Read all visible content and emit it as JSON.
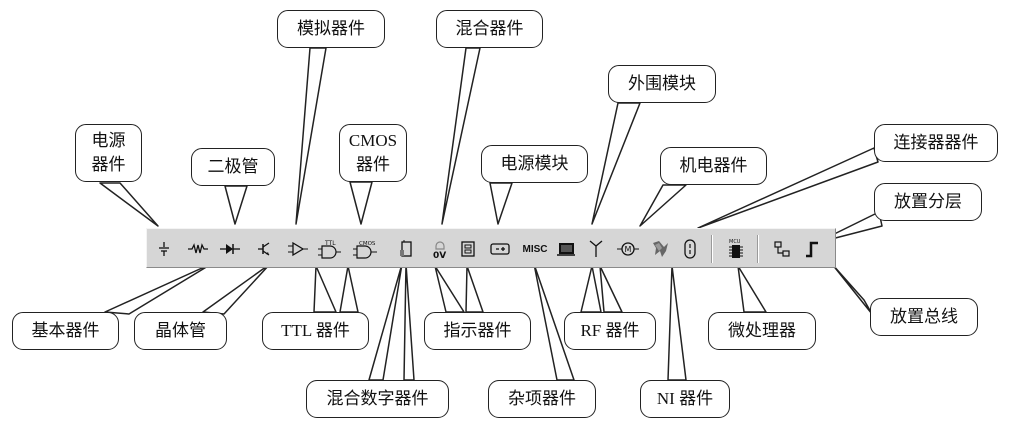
{
  "toolbar": {
    "buttons": [
      {
        "name": "source-components",
        "glyph": "÷"
      },
      {
        "name": "basic-components",
        "glyph": "wire"
      },
      {
        "name": "diode",
        "glyph": "diode"
      },
      {
        "name": "transistor",
        "glyph": "transistor"
      },
      {
        "name": "analog",
        "glyph": "analog"
      },
      {
        "name": "ttl",
        "glyph": "ttl"
      },
      {
        "name": "cmos",
        "glyph": "cmos"
      },
      {
        "name": "mixed-digital",
        "glyph": "mixed-digital"
      },
      {
        "name": "mixed",
        "glyph": "mixed"
      },
      {
        "name": "indicator",
        "glyph": "indicator"
      },
      {
        "name": "power-module",
        "glyph": "power-module"
      },
      {
        "name": "misc",
        "glyph": "MISC"
      },
      {
        "name": "peripheral",
        "glyph": "peripheral"
      },
      {
        "name": "rf",
        "glyph": "rf"
      },
      {
        "name": "electromechanical",
        "glyph": "electromechanical"
      },
      {
        "name": "ni",
        "glyph": "ni"
      },
      {
        "name": "connector",
        "glyph": "connector"
      },
      {
        "name": "microprocessor",
        "glyph": "microprocessor"
      },
      {
        "name": "hierarchy",
        "glyph": "hierarchy"
      },
      {
        "name": "bus",
        "glyph": "bus"
      }
    ]
  },
  "labels": {
    "source": "电源\n器件",
    "diode": "二极管",
    "analog": "模拟器件",
    "cmos": "CMOS\n器件",
    "mixed": "混合器件",
    "power_module": "电源模块",
    "peripheral": "外围模块",
    "electromechanical": "机电器件",
    "connector": "连接器器件",
    "hierarchy": "放置分层",
    "basic": "基本器件",
    "transistor": "晶体管",
    "ttl": "TTL 器件",
    "mixed_digital": "混合数字器件",
    "indicator": "指示器件",
    "misc": "杂项器件",
    "rf": "RF 器件",
    "ni": "NI 器件",
    "microprocessor": "微处理器",
    "bus": "放置总线"
  },
  "icons": {
    "misc_text": "MISC",
    "ttl_text": "TTL",
    "cmos_text": "CMOS",
    "micro_text": "MCU"
  }
}
